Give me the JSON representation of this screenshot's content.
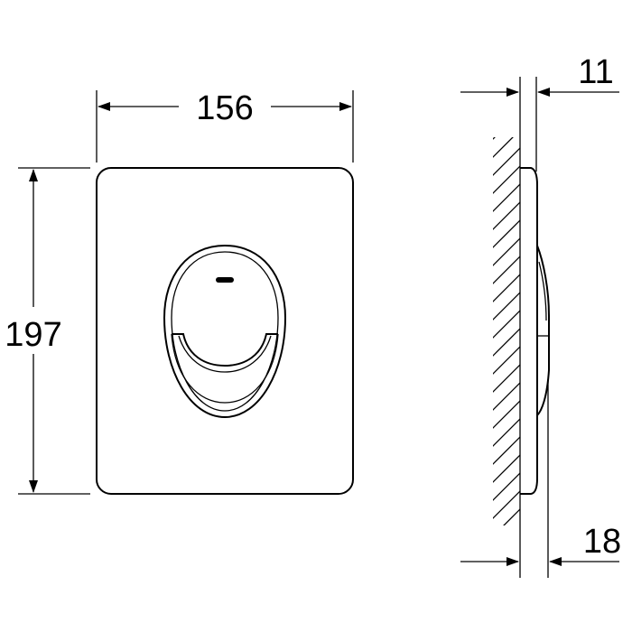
{
  "dimensions": {
    "width": "156",
    "height": "197",
    "plate_thickness": "11",
    "total_depth": "18"
  }
}
